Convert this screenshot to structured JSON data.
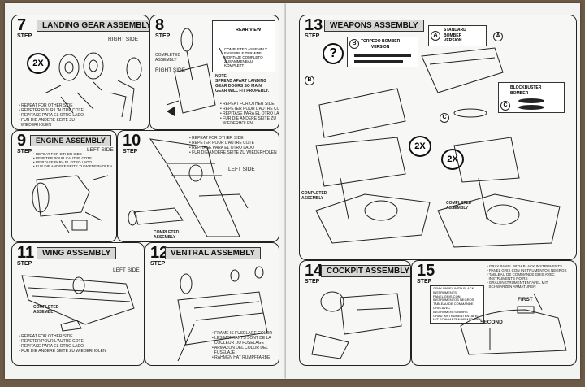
{
  "steps": {
    "s7": {
      "num": "7",
      "step": "STEP",
      "title": "LANDING GEAR ASSEMBLY",
      "side": "RIGHT SIDE",
      "mult": "2X",
      "note": "• REPEAT FOR OTHER SIDE\n• REPETER POUR L'AUTRE COTE\n• REPITASE PARA EL OTRO LADO\n• FUR DIE ANDERE SEITE ZU\n  WIEDERHOLEN"
    },
    "s8": {
      "num": "8",
      "step": "STEP",
      "side": "RIGHT SIDE",
      "rear": "REAR VIEW",
      "completed": "COMPLETED\nASSEMBLY",
      "warn": "NOTE:\nSPREAD APART LANDING\nGEAR DOORS SO MAIN\nGEAR WILL FIT PROPERLY.",
      "note": "• REPEAT FOR OTHER SIDE\n• REPETER POUR L'AUTRE COTE\n• REPITASE PARA EL OTRO LADO\n• FUR DIE ANDERE SEITE ZU\n  WIEDERHOLEN",
      "completed_multi": "COMPLETED ASSEMBLY\nENSEMBLE TERMINE\nMONTAJE COMPLETO\nZUSAMMENBAU\nKOMPLETT"
    },
    "s9": {
      "num": "9",
      "step": "STEP",
      "title": "ENGINE ASSEMBLY",
      "side": "LEFT SIDE",
      "note": "• REPEAT FOR OTHER SIDE\n• REPETER POUR L'AUTRE COTE\n• REPITASE PARA EL OTRO LADO\n• FUR DIE ANDERE SEITE ZU WIEDERHOLEN"
    },
    "s10": {
      "num": "10",
      "step": "STEP",
      "side": "LEFT SIDE",
      "completed": "COMPLETED\nASSEMBLY",
      "note": "• REPEAT FOR OTHER SIDE\n• REPETER POUR L'AUTRE COTE\n• REPITASE PARA EL OTRO LADO\n• FUR DIE ANDERE SEITE ZU WIEDERHOLEN"
    },
    "s11": {
      "num": "11",
      "step": "STEP",
      "title": "WING ASSEMBLY",
      "side": "LEFT SIDE",
      "completed": "COMPLETED\nASSEMBLY",
      "note": "• REPEAT FOR OTHER SIDE\n• REPETER POUR L'AUTRE COTE\n• REPITASE PARA EL OTRO LADO\n• FUR DIE ANDERE SEITE ZU WIEDERHOLEN"
    },
    "s12": {
      "num": "12",
      "step": "STEP",
      "title": "VENTRAL ASSEMBLY",
      "note": "• FRAME IS FUSELAGE COLOR\n• LES MONTANTS SONT DE LA\n  COULEUR DU FUSELAGE\n• ARMAZON DEL COLOR DEL\n  FUSELAJE\n• RAHMEN HAT RUMPFFARBE"
    },
    "s13": {
      "num": "13",
      "step": "STEP",
      "title": "WEAPONS ASSEMBLY",
      "torpedo": "TORPEDO BOMBER\nVERSION",
      "standard": "STANDARD\nBOMBER\nVERSION",
      "blockbuster": "BLOCKBUSTER\nBOMBER",
      "mult_b": "2X",
      "mult_c": "2X",
      "completed_b": "COMPLETED\nASSEMBLY",
      "completed_c": "COMPLETED\nASSEMBLY",
      "letters": [
        "A",
        "B",
        "C",
        "A",
        "B",
        "C"
      ],
      "q": "?"
    },
    "s14": {
      "num": "14",
      "step": "STEP",
      "title": "COCKPIT ASSEMBLY"
    },
    "s15": {
      "num": "15",
      "step": "STEP",
      "first": "FIRST",
      "second": "SECOND",
      "note": "• GRAY PANEL WITH BLACK INSTRUMENTS\n• PANEL GRIS CON INSTRUMENTOS NEGROS\n• TABLEAU DE COMMANDE GRIS AVEC\n  INSTRUMENTS NOIRS\n• GRAU INSTRUMENTENTAFEL MIT\n  SCHWARZEN ARMATUREN",
      "callout": "GRAY PANEL WITH BLACK\nINSTRUMENTS\nPANEL GRIS CON\nINSTRUMENTOS NEGROS\nTABLEAU DE COMMANDE\nGRIS AVEC\nINSTRUMENTS NOIRS\nGRAU INSTRUMENTENTAFEL\nMIT SCHWARZEN ARMATUREN"
    }
  },
  "colors": {
    "paper": "#f3f3f1",
    "ink": "#222222",
    "banner": "#d7d7d5",
    "background": "#6b5a46"
  }
}
